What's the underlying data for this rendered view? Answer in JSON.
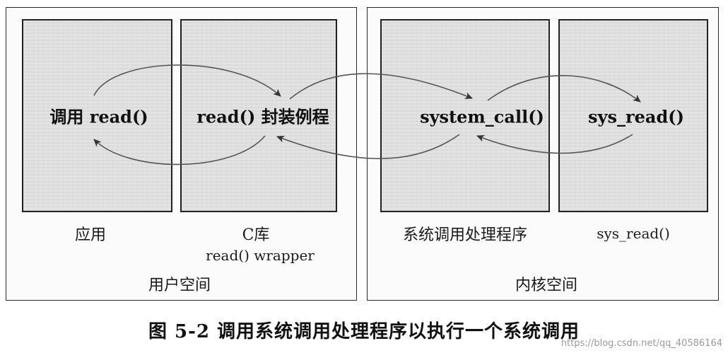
{
  "boxes": {
    "app": "调用 read()",
    "clib": "read() 封装例程",
    "syscall": "system_call()",
    "sysread": "sys_read()"
  },
  "labels": {
    "app": "应用",
    "clib": "C库",
    "clib_sub": "read() wrapper",
    "handler": "系统调用处理程序",
    "sysread": "sys_read()"
  },
  "regions": {
    "user": "用户空间",
    "kernel": "内核空间"
  },
  "caption": "图 5-2   调用系统调用处理程序以执行一个系统调用",
  "watermark": "https://blog.csdn.net/qq_40586164"
}
